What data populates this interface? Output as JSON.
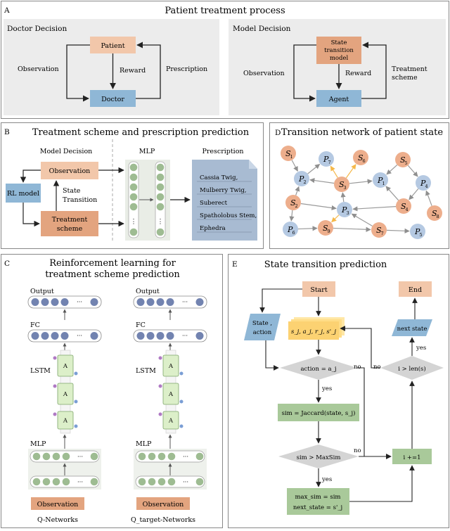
{
  "panelA": {
    "letter": "A",
    "title": "Patient treatment process",
    "doctor": {
      "heading": "Doctor Decision",
      "top": "Patient",
      "bottom": "Doctor",
      "left": "Observation",
      "mid": "Reward",
      "right": "Prescription"
    },
    "model": {
      "heading": "Model Decision",
      "top_lines": [
        "State",
        "transition",
        "model"
      ],
      "bottom": "Agent",
      "left": "Observation",
      "mid": "Reward",
      "right_lines": [
        "Treatment",
        "scheme"
      ]
    }
  },
  "panelB": {
    "letter": "B",
    "title": "Treatment scheme and prescription prediction",
    "heading_model": "Model Decision",
    "heading_mlp": "MLP",
    "heading_rx": "Prescription",
    "observation": "Observation",
    "rl_model": "RL model",
    "state_transition": [
      "State",
      "Transition"
    ],
    "treatment_scheme": [
      "Treatment",
      "scheme"
    ],
    "herbs": [
      "Cassia Twig,",
      "Mulberry Twig,",
      "Suberect",
      "Spatholobus Stem,",
      "Ephedra"
    ],
    "ellipsis": "⋮"
  },
  "panelC": {
    "letter": "C",
    "title": [
      "Reinforcement learning for",
      "treatment scheme prediction"
    ],
    "layers": [
      "Output",
      "FC",
      "LSTM",
      "MLP"
    ],
    "observation": "Observation",
    "nets": [
      "Q-Networks",
      "Q_target-Networks"
    ],
    "dots": "···",
    "cell": "A"
  },
  "panelD": {
    "letter": "D",
    "title": "Transition network of patient state",
    "nodes": [
      {
        "kind": "S",
        "sub": "1"
      },
      {
        "kind": "P",
        "sub": "7"
      },
      {
        "kind": "S",
        "sub": "6"
      },
      {
        "kind": "S",
        "sub": "5"
      },
      {
        "kind": "P",
        "sub": "2"
      },
      {
        "kind": "S",
        "sub": "3"
      },
      {
        "kind": "P",
        "sub": "1"
      },
      {
        "kind": "P",
        "sub": "4"
      },
      {
        "kind": "S",
        "sub": "2"
      },
      {
        "kind": "P",
        "sub": "3"
      },
      {
        "kind": "S",
        "sub": "4"
      },
      {
        "kind": "S",
        "sub": "8"
      },
      {
        "kind": "P",
        "sub": "6"
      },
      {
        "kind": "S",
        "sub": "9"
      },
      {
        "kind": "S",
        "sub": "7"
      },
      {
        "kind": "P",
        "sub": "5"
      }
    ]
  },
  "panelE": {
    "letter": "E",
    "title": "State transition prediction",
    "start": "Start",
    "end": "End",
    "state_action": [
      "State ,",
      "action"
    ],
    "tuple": "s_j, a_j, r_j, s'_j",
    "action_cond": "action = a_j",
    "sim": "sim = Jaccard(state, s_j)",
    "sim_cond": "sim > MaxSim",
    "max_sim": [
      "max_sim = sim",
      "next_state = s'_j"
    ],
    "inc": "i +=1",
    "len_cond": "i > len(s)",
    "next_state": "next state",
    "yes": "yes",
    "no": "no"
  },
  "colors": {
    "peach": "#F2C7AA",
    "peach_dark": "#E3A47F",
    "blue": "#8FB7D6",
    "blue_node": "#B5C9E2",
    "green_box": "#A9C99A",
    "green_light": "#DCEFC9",
    "yellow": "#FCD272",
    "gray_box": "#ECECEC",
    "diamond": "#D4D4D4",
    "doc": "#A8BBD2",
    "dot_blue": "#7283B0",
    "dot_green": "#9EBC92",
    "state_node": "#EDAE8C"
  }
}
